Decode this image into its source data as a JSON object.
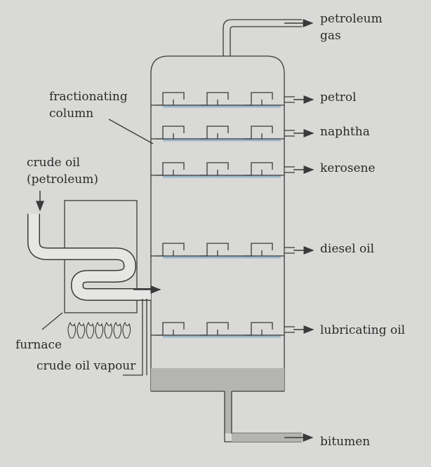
{
  "labels": {
    "fractionating_column": [
      "fractionating",
      "column"
    ],
    "crude_oil": [
      "crude oil",
      "(petroleum)"
    ],
    "furnace": "furnace",
    "crude_oil_vapour": "crude oil vapour"
  },
  "products": [
    {
      "lines": [
        "petroleum",
        "gas"
      ]
    },
    {
      "lines": [
        "petrol"
      ]
    },
    {
      "lines": [
        "naphtha"
      ]
    },
    {
      "lines": [
        "kerosene"
      ]
    },
    {
      "lines": [
        "diesel oil"
      ]
    },
    {
      "lines": [
        "lubricating oil"
      ]
    },
    {
      "lines": [
        "bitumen"
      ]
    }
  ],
  "colors": {
    "background": "#d9d9d7",
    "line": "#3a3a3a",
    "liquid": "#9ab7c8",
    "residue": "#b4b4b2"
  },
  "icons": [
    "flame-icon",
    "arrow-right-icon",
    "arrow-down-icon"
  ]
}
